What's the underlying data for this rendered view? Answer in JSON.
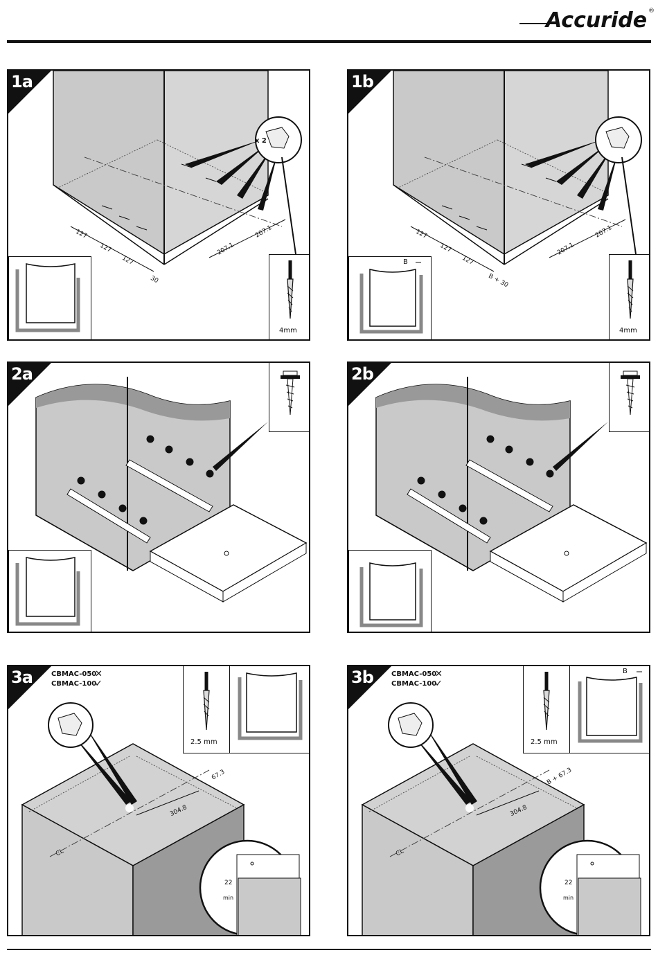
{
  "brand": {
    "name": "Accuride",
    "registered": "®"
  },
  "panels": {
    "p1a": {
      "step": "1a",
      "multiplier": "x 2",
      "drill_size": "4mm",
      "dims": [
        "127",
        "127",
        "127",
        "30",
        "207.1",
        "207.1"
      ]
    },
    "p1b": {
      "step": "1b",
      "drill_size": "4mm",
      "gap_label": "B",
      "dims": [
        "127",
        "127",
        "127",
        "B + 30",
        "207.1",
        "207.1"
      ]
    },
    "p2a": {
      "step": "2a"
    },
    "p2b": {
      "step": "2b"
    },
    "p3a": {
      "step": "3a",
      "drill_size": "2.5 mm",
      "models": [
        {
          "code": "CBMAC-050",
          "mark": "✕"
        },
        {
          "code": "CBMAC-100",
          "mark": "✓"
        }
      ],
      "dims": [
        "67.3",
        "304.8"
      ],
      "detail_value": "22",
      "detail_unit": "min",
      "centerline": "CL"
    },
    "p3b": {
      "step": "3b",
      "drill_size": "2.5 mm",
      "gap_label": "B",
      "models": [
        {
          "code": "CBMAC-050",
          "mark": "✕"
        },
        {
          "code": "CBMAC-100",
          "mark": "✓"
        }
      ],
      "dims": [
        "B + 67.3",
        "304.8"
      ],
      "detail_value": "22",
      "detail_unit": "min",
      "centerline": "CL"
    }
  },
  "colors": {
    "cabinet_gray": "#c7c7c7",
    "cabinet_dark": "#8f8f8f",
    "ink": "#111111"
  }
}
